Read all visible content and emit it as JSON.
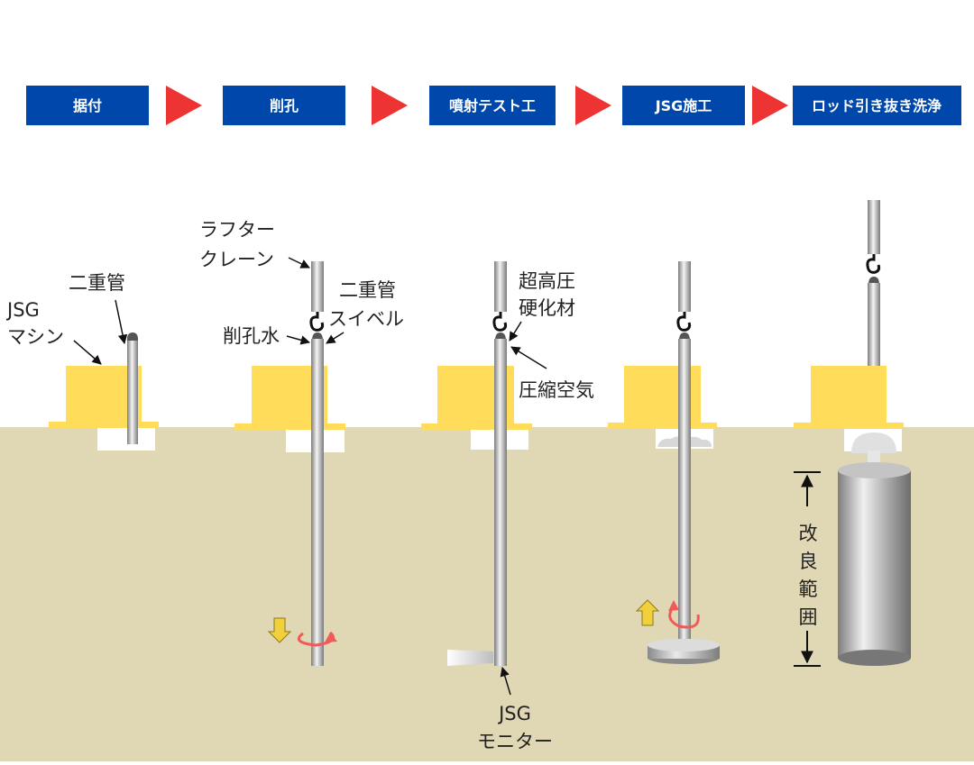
{
  "steps": [
    "据付",
    "削孔",
    "噴射テスト工",
    "JSG施工",
    "ロッド引き抜き洗浄"
  ],
  "labels": {
    "jsg_machine": [
      "JSG",
      "マシン"
    ],
    "double_pipe": "二重管",
    "rough_terrain_crane": [
      "ラフター",
      "クレーン"
    ],
    "double_pipe_swivel": [
      "二重管",
      "スイベル"
    ],
    "drilling_water": "削孔水",
    "ultra_high_pressure_hardener": [
      "超高圧",
      "硬化材"
    ],
    "compressed_air": "圧縮空気",
    "jsg_monitor": [
      "JSG",
      "モニター"
    ],
    "improvement_range": [
      "改",
      "良",
      "範",
      "囲"
    ]
  },
  "colors": {
    "step_box": "#0047ab",
    "step_arrow": "#ee3333",
    "ground": "#e0d7b4",
    "machine": "#ffdc5a",
    "rotation": "#f05a5a",
    "direction_arrow": "#f2d03c"
  },
  "icons": [
    "hook-icon",
    "rotation-arrow-icon",
    "down-arrow-icon",
    "up-arrow-icon"
  ]
}
